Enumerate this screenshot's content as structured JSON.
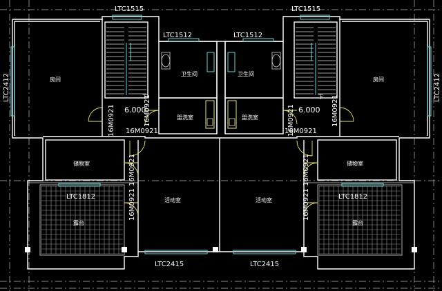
{
  "labels": {
    "window_ltc1515": "LTC1515",
    "window_ltc1512": "LTC1512",
    "window_ltc2412": "LTC2412",
    "window_ltc2415": "LTC2415",
    "window_ltc1812": "LTC1812",
    "door_16m0921": "16M0921",
    "elevation": "6.000",
    "down_mark": "下",
    "room_bedroom": "房间",
    "room_bathroom": "卫生间",
    "room_washroom": "盥洗室",
    "room_storage": "储物室",
    "room_activity": "活动室",
    "room_terrace": "露台"
  },
  "colors": {
    "background": "#000000",
    "wall": "#ffffff",
    "window": "#5fd7d7",
    "door": "#e8e85a",
    "hatch": "#9a9a9a"
  }
}
